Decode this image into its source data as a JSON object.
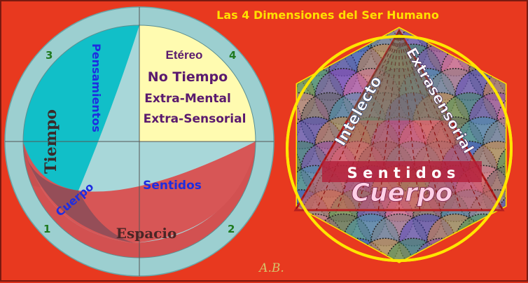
{
  "title": "Las 4 Dimensiones del Ser Humano",
  "left_diagram": {
    "quadrant_numbers": [
      "3",
      "4",
      "1",
      "2"
    ],
    "labels": {
      "etereo": "Etéreo",
      "no_tiempo": "No Tiempo",
      "extra_mental": "Extra-Mental",
      "extra_sensorial": "Extra-Sensorial",
      "pensamientos": "Pensamientos",
      "tiempo": "Tiempo",
      "sentidos": "Sentidos",
      "cuerpo": "Cuerpo",
      "espacio": "Espacio"
    }
  },
  "right_diagram": {
    "labels": {
      "intelecto": "Intelecto",
      "extrasensorial": "Extrasensorial",
      "sentidos": "S e n t i d o s",
      "cuerpo": "Cuerpo"
    }
  },
  "signature": "A.B.",
  "colors": {
    "background": "#e8391f",
    "title": "#ffe000",
    "outer_ring": "#9ccfd0",
    "cyan": "#11bfc8",
    "yellow_panel": "#fffbb0",
    "red_band": "#d44a4a",
    "blue_text": "#1e2de0",
    "green_number": "#1f7a1f"
  }
}
